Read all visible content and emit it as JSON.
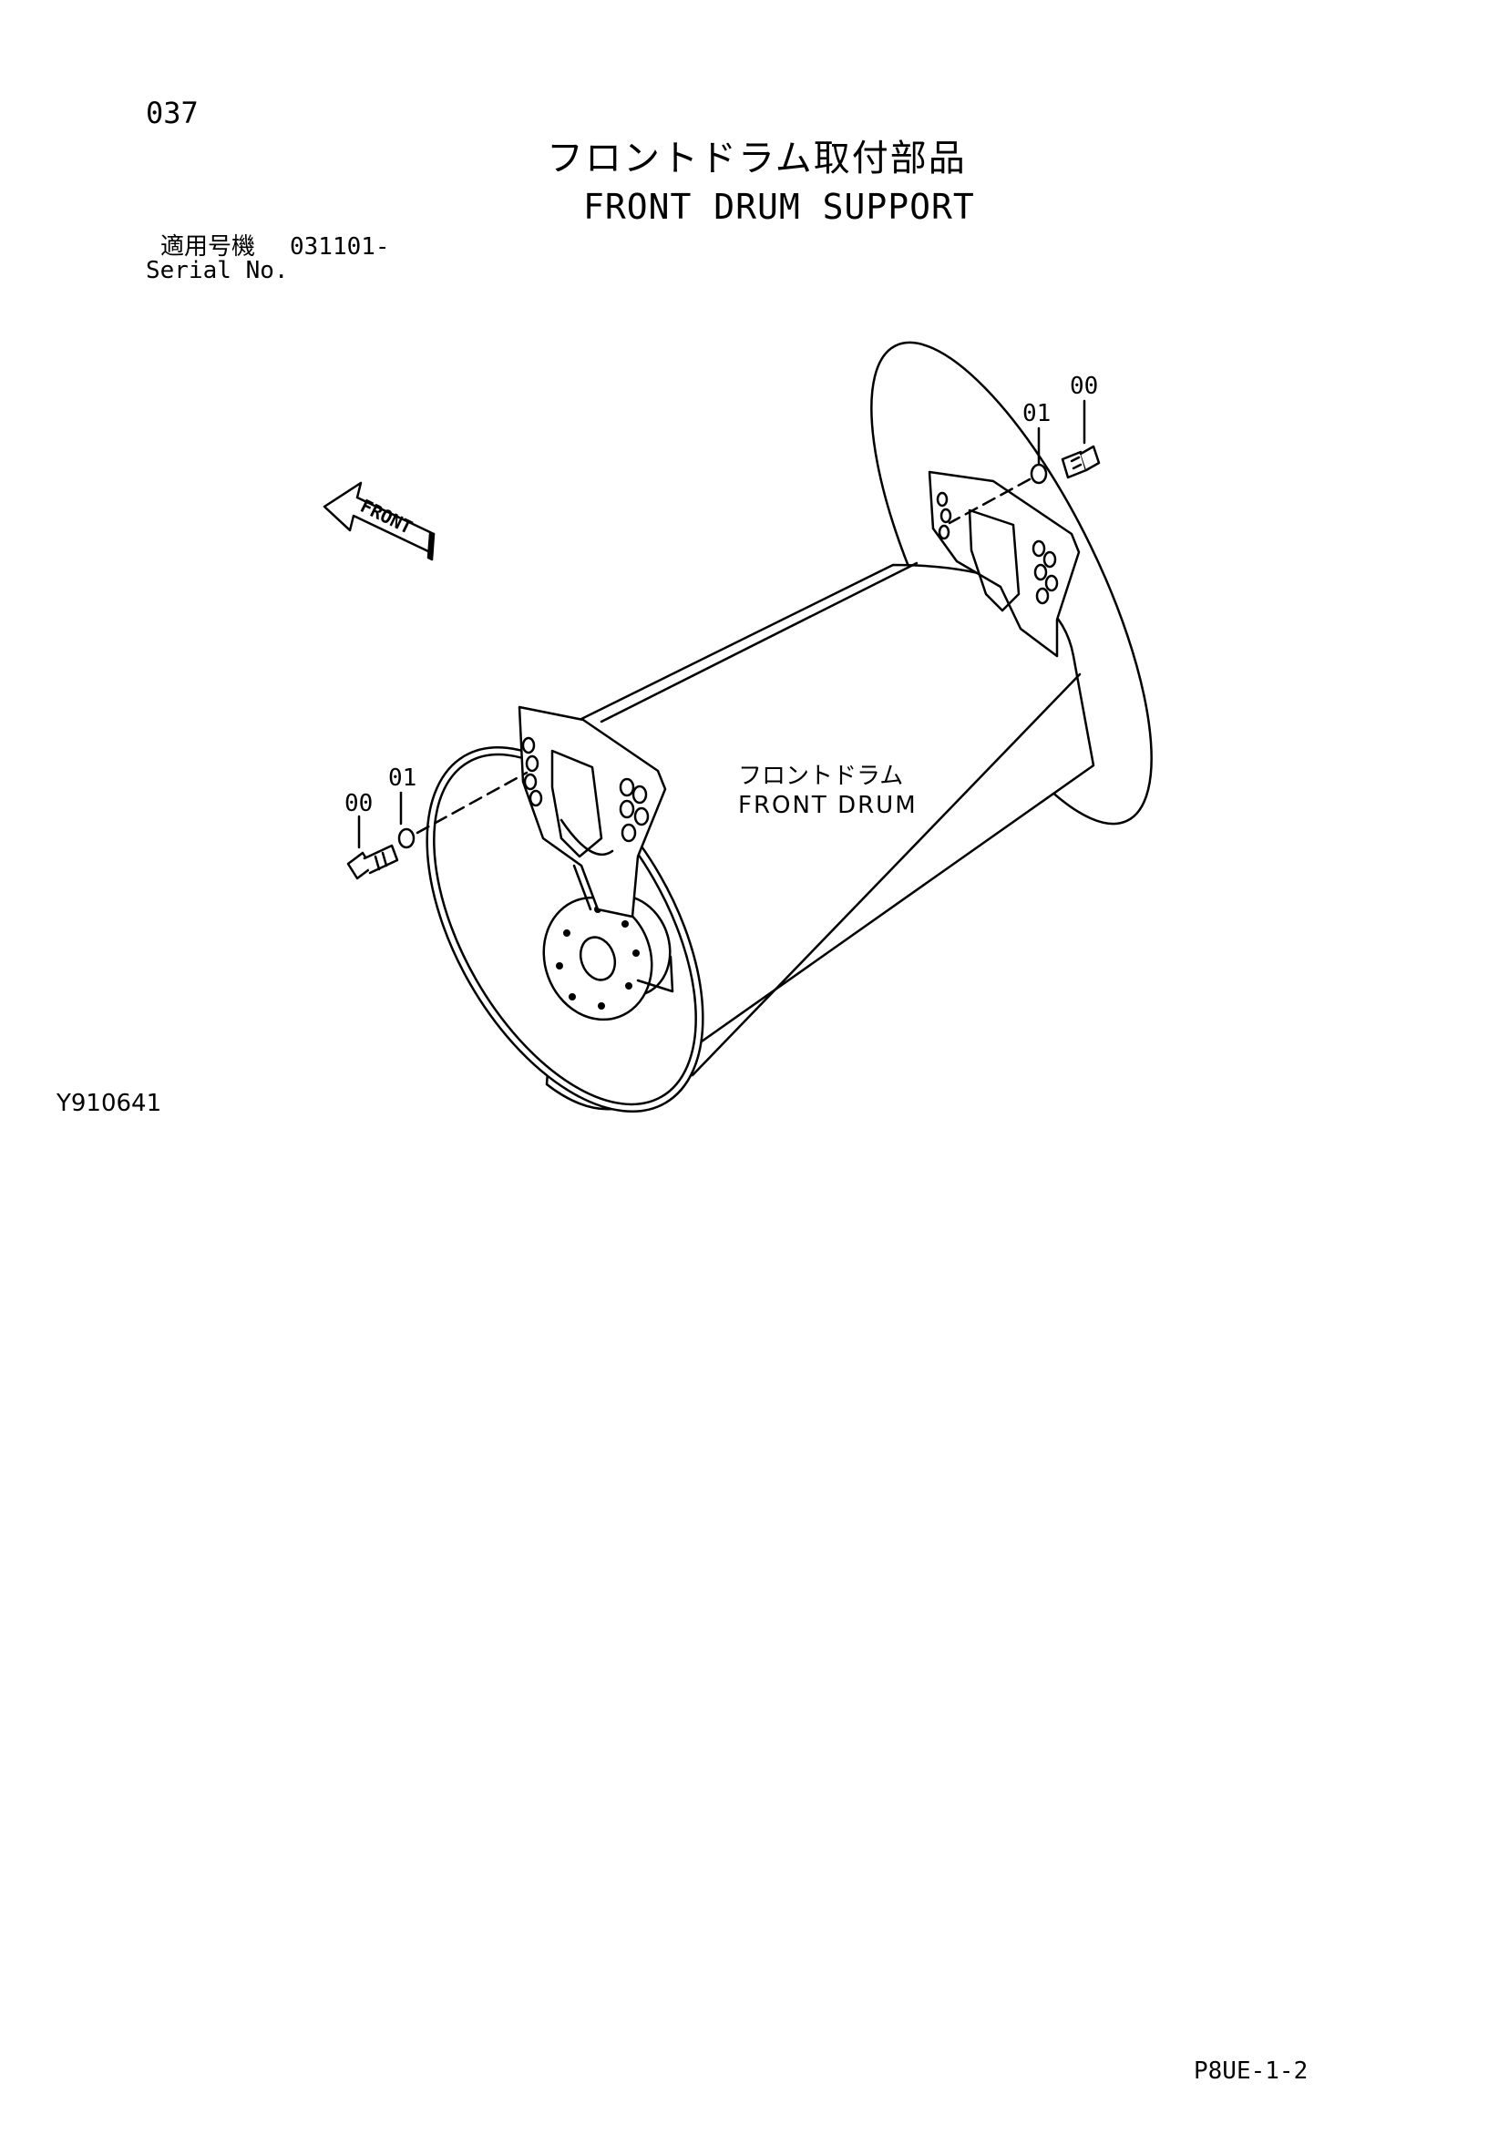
{
  "header": {
    "page_number": "037",
    "title_jp": "フロントドラム取付部品",
    "title_en": "FRONT DRUM SUPPORT",
    "serial_label_jp": "適用号機",
    "serial_value": "031101-",
    "serial_label_en": "Serial No."
  },
  "diagram": {
    "direction_tag": "FRONT",
    "drum_label_jp": "フロントドラム",
    "drum_label_en": "FRONT DRUM",
    "callouts": {
      "right_bolt": "00",
      "right_washer": "01",
      "left_bolt": "00",
      "left_washer": "01"
    }
  },
  "footer": {
    "figure_id": "Y910641",
    "sheet_code": "P8UE-1-2"
  },
  "colors": {
    "line": "#000000",
    "background": "#ffffff"
  }
}
